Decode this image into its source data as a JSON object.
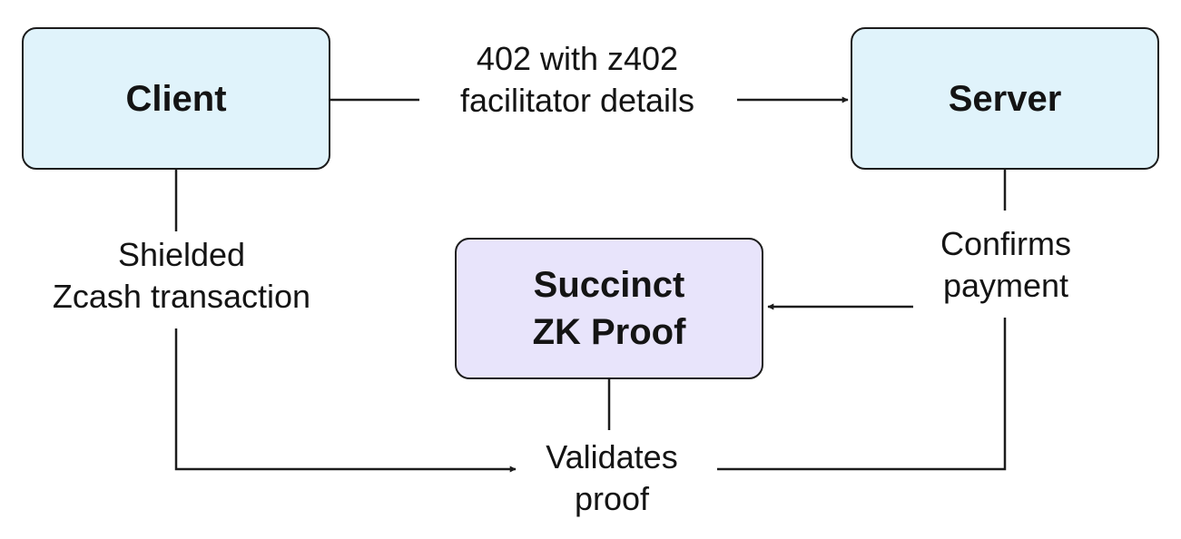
{
  "nodes": {
    "client": {
      "label": "Client"
    },
    "server": {
      "label": "Server"
    },
    "proof": {
      "line1": "Succinct",
      "line2": "ZK Proof"
    }
  },
  "edges": {
    "client_to_server": {
      "line1": "402 with z402",
      "line2": "facilitator details"
    },
    "client_to_validate": {
      "line1": "Shielded",
      "line2": "Zcash transaction"
    },
    "server_to_proof": {
      "line1": "Confirms",
      "line2": "payment"
    },
    "validate": {
      "line1": "Validates",
      "line2": "proof"
    }
  },
  "colors": {
    "client_server_fill": "#e0f3fb",
    "proof_fill": "#e8e4fb",
    "stroke": "#1c1c1c"
  }
}
